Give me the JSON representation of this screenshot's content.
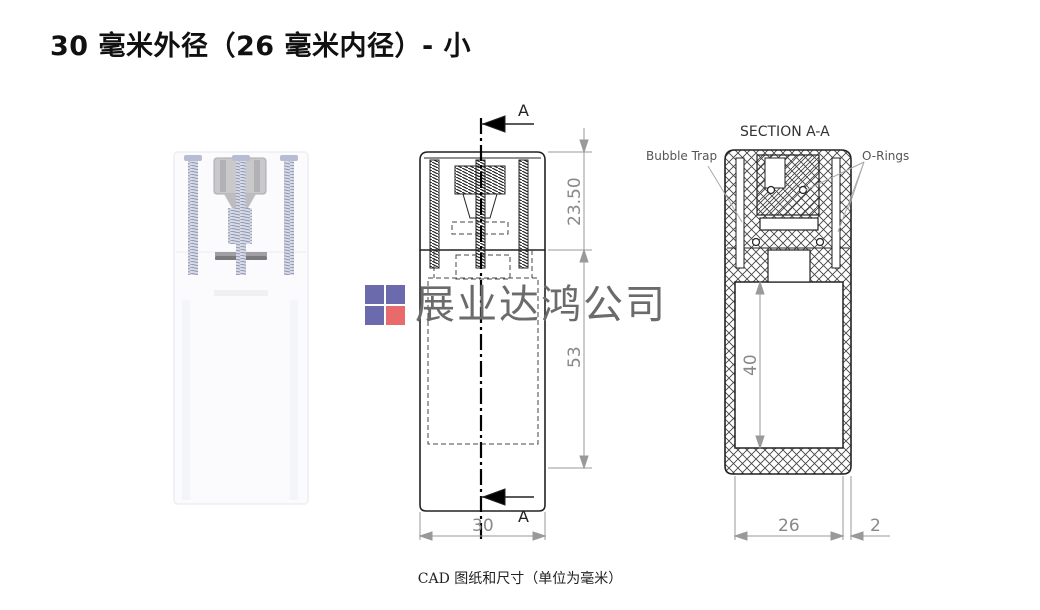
{
  "title": "30 毫米外径（26 毫米内径）- 小",
  "caption": "CAD 图纸和尺寸（单位为毫米）",
  "watermark": {
    "text": "展业达鸿公司",
    "colors": {
      "blue": "#6a6aad",
      "red": "#e86a6a"
    }
  },
  "drawings": {
    "front_view": {
      "section_marker_top": "A",
      "section_marker_bottom": "A",
      "dim_cap_height": "23.50",
      "dim_body_height": "53",
      "dim_outer_width": "30"
    },
    "section_view": {
      "title": "SECTION A-A",
      "label_bubble_trap": "Bubble Trap",
      "label_o_rings": "O-Rings",
      "dim_inner_height": "40",
      "dim_inner_width": "26",
      "dim_wall": "2"
    }
  }
}
